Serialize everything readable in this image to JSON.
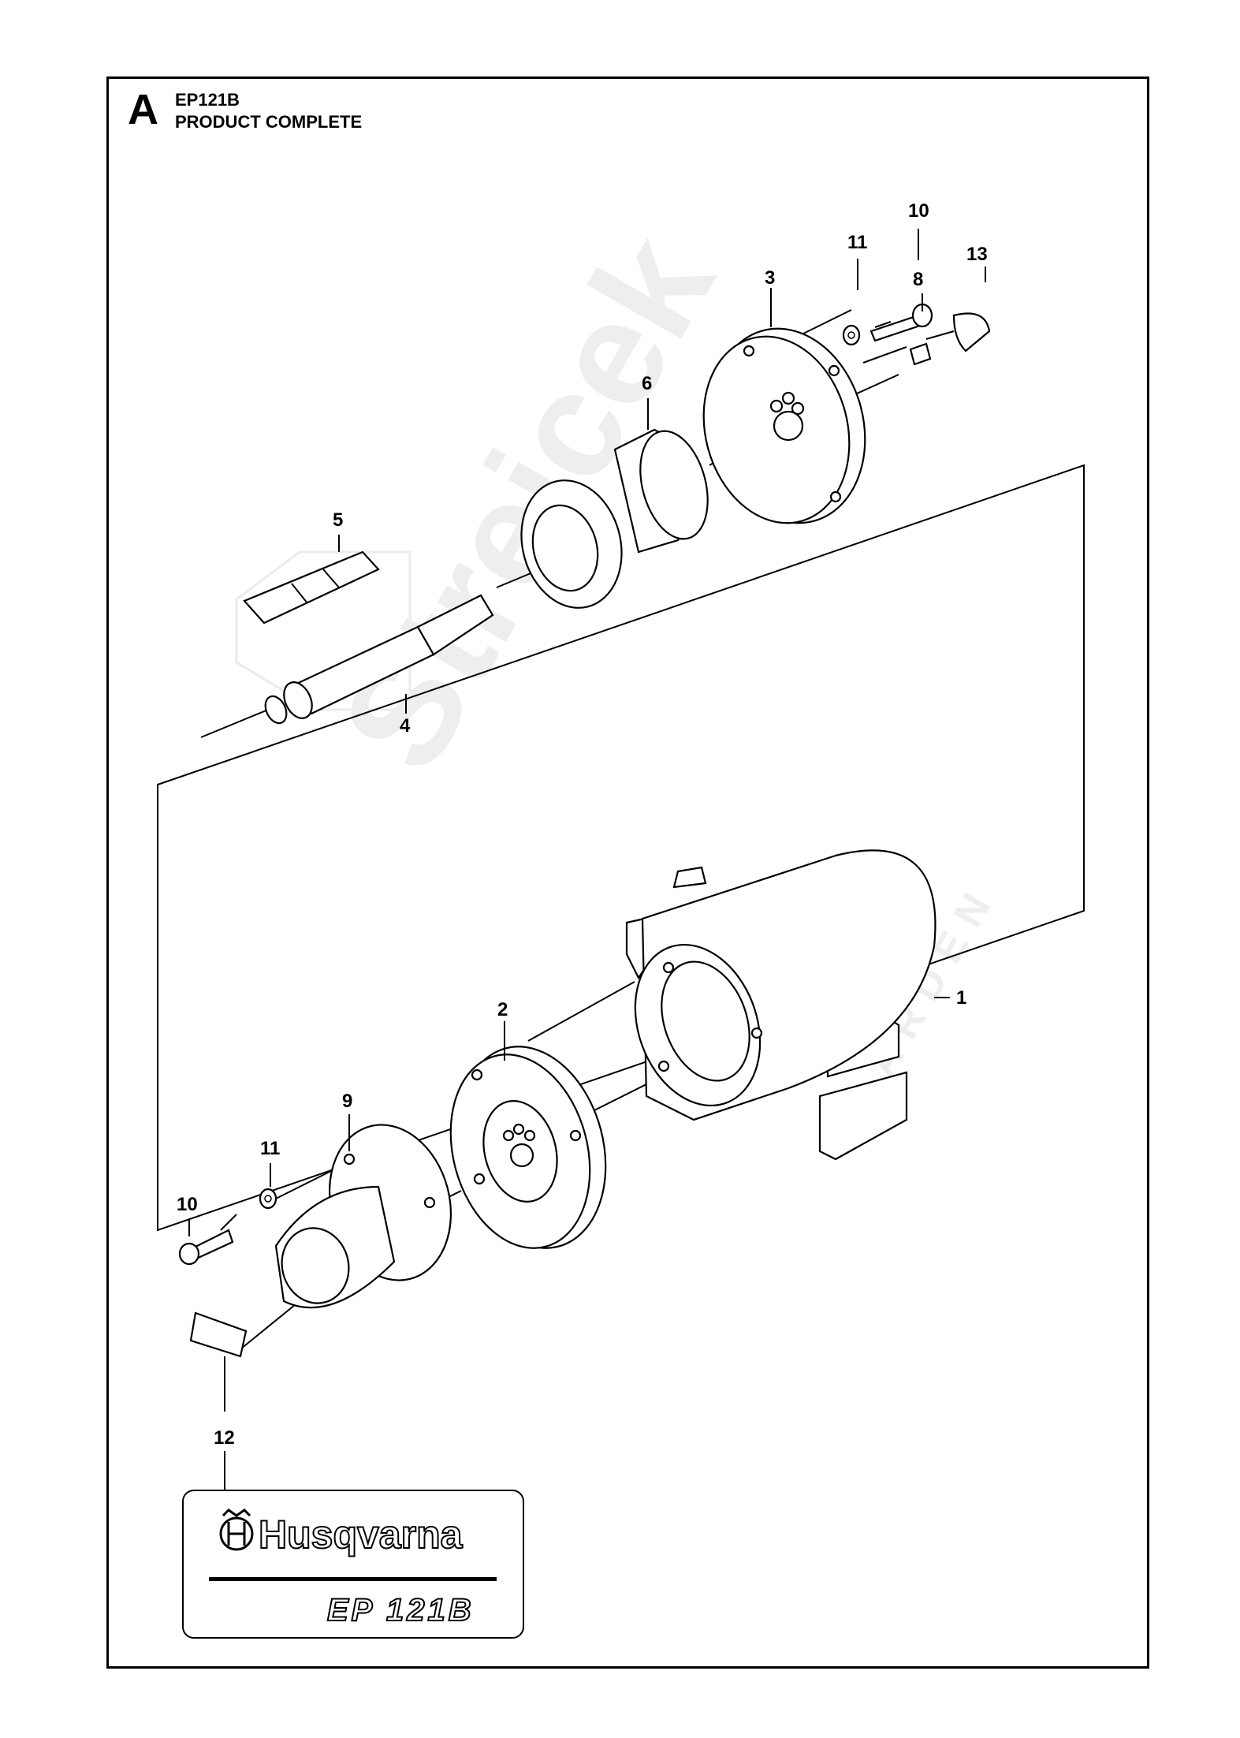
{
  "header": {
    "section_letter": "A",
    "model_code": "EP121B",
    "section_title": "PRODUCT COMPLETE"
  },
  "watermark": {
    "name": "Streicek",
    "sub": "GARDEN"
  },
  "callouts": [
    {
      "id": "1",
      "label": "1"
    },
    {
      "id": "2",
      "label": "2"
    },
    {
      "id": "3",
      "label": "3"
    },
    {
      "id": "4",
      "label": "4"
    },
    {
      "id": "5",
      "label": "5"
    },
    {
      "id": "6",
      "label": "6"
    },
    {
      "id": "8",
      "label": "8"
    },
    {
      "id": "9",
      "label": "9"
    },
    {
      "id": "10a",
      "label": "10"
    },
    {
      "id": "10b",
      "label": "10"
    },
    {
      "id": "11a",
      "label": "11"
    },
    {
      "id": "11b",
      "label": "11"
    },
    {
      "id": "12",
      "label": "12"
    },
    {
      "id": "13",
      "label": "13"
    }
  ],
  "decal": {
    "brand": "Husqvarna",
    "model": "EP 121B"
  },
  "icons": {
    "brand_logo": "husqvarna-crown-logo-icon"
  }
}
